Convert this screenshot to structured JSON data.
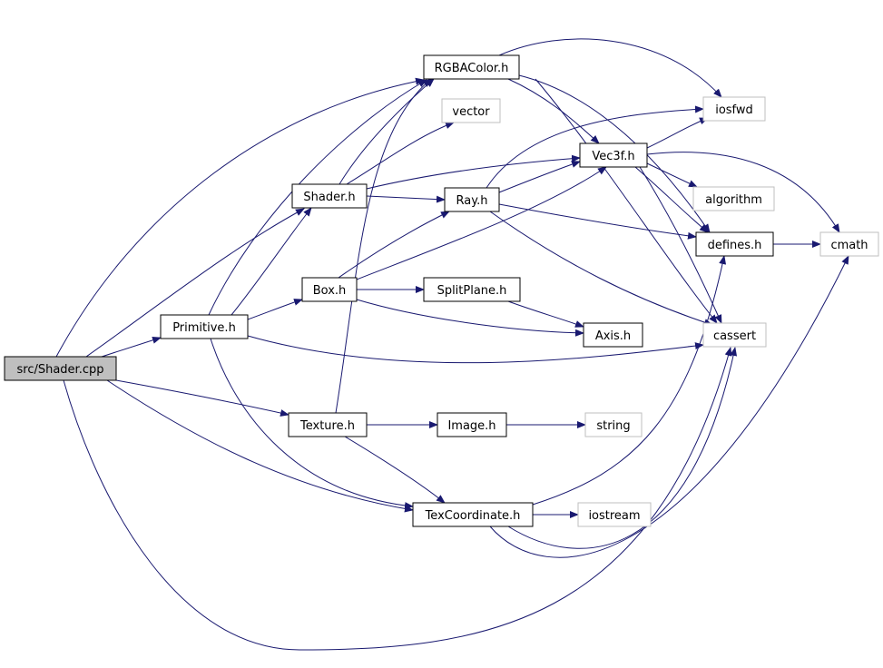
{
  "colors": {
    "edge": "#191970",
    "node_border": "#000000",
    "external_border": "#bfbfbf",
    "root_fill": "#bfbfbf",
    "node_fill": "#ffffff"
  },
  "nodes": [
    {
      "id": "src_shader_cpp",
      "label": "src/Shader.cpp",
      "kind": "root"
    },
    {
      "id": "rgbacolor_h",
      "label": "RGBAColor.h",
      "kind": "internal"
    },
    {
      "id": "vector",
      "label": "vector",
      "kind": "external"
    },
    {
      "id": "iosfwd",
      "label": "iosfwd",
      "kind": "external"
    },
    {
      "id": "vec3f_h",
      "label": "Vec3f.h",
      "kind": "internal"
    },
    {
      "id": "shader_h",
      "label": "Shader.h",
      "kind": "internal"
    },
    {
      "id": "ray_h",
      "label": "Ray.h",
      "kind": "internal"
    },
    {
      "id": "algorithm",
      "label": "algorithm",
      "kind": "external"
    },
    {
      "id": "defines_h",
      "label": "defines.h",
      "kind": "internal"
    },
    {
      "id": "cmath",
      "label": "cmath",
      "kind": "external"
    },
    {
      "id": "box_h",
      "label": "Box.h",
      "kind": "internal"
    },
    {
      "id": "splitplane_h",
      "label": "SplitPlane.h",
      "kind": "internal"
    },
    {
      "id": "primitive_h",
      "label": "Primitive.h",
      "kind": "internal"
    },
    {
      "id": "axis_h",
      "label": "Axis.h",
      "kind": "internal"
    },
    {
      "id": "cassert",
      "label": "cassert",
      "kind": "external"
    },
    {
      "id": "texture_h",
      "label": "Texture.h",
      "kind": "internal"
    },
    {
      "id": "image_h",
      "label": "Image.h",
      "kind": "internal"
    },
    {
      "id": "string",
      "label": "string",
      "kind": "external"
    },
    {
      "id": "texcoordinate_h",
      "label": "TexCoordinate.h",
      "kind": "internal"
    },
    {
      "id": "iostream",
      "label": "iostream",
      "kind": "external"
    }
  ],
  "edges": [
    {
      "from": "src_shader_cpp",
      "to": "rgbacolor_h"
    },
    {
      "from": "src_shader_cpp",
      "to": "shader_h"
    },
    {
      "from": "src_shader_cpp",
      "to": "primitive_h"
    },
    {
      "from": "src_shader_cpp",
      "to": "texture_h"
    },
    {
      "from": "src_shader_cpp",
      "to": "texcoordinate_h"
    },
    {
      "from": "src_shader_cpp",
      "to": "cassert"
    },
    {
      "from": "rgbacolor_h",
      "to": "iosfwd"
    },
    {
      "from": "rgbacolor_h",
      "to": "vec3f_h"
    },
    {
      "from": "rgbacolor_h",
      "to": "defines_h"
    },
    {
      "from": "rgbacolor_h",
      "to": "cassert"
    },
    {
      "from": "shader_h",
      "to": "rgbacolor_h"
    },
    {
      "from": "shader_h",
      "to": "vector"
    },
    {
      "from": "shader_h",
      "to": "vec3f_h"
    },
    {
      "from": "shader_h",
      "to": "ray_h"
    },
    {
      "from": "vec3f_h",
      "to": "iosfwd"
    },
    {
      "from": "vec3f_h",
      "to": "algorithm"
    },
    {
      "from": "vec3f_h",
      "to": "defines_h"
    },
    {
      "from": "vec3f_h",
      "to": "cmath"
    },
    {
      "from": "vec3f_h",
      "to": "cassert"
    },
    {
      "from": "ray_h",
      "to": "iosfwd"
    },
    {
      "from": "ray_h",
      "to": "vec3f_h"
    },
    {
      "from": "ray_h",
      "to": "defines_h"
    },
    {
      "from": "ray_h",
      "to": "cassert"
    },
    {
      "from": "defines_h",
      "to": "cmath"
    },
    {
      "from": "box_h",
      "to": "ray_h"
    },
    {
      "from": "box_h",
      "to": "vec3f_h"
    },
    {
      "from": "box_h",
      "to": "splitplane_h"
    },
    {
      "from": "box_h",
      "to": "axis_h"
    },
    {
      "from": "splitplane_h",
      "to": "axis_h"
    },
    {
      "from": "primitive_h",
      "to": "rgbacolor_h"
    },
    {
      "from": "primitive_h",
      "to": "shader_h"
    },
    {
      "from": "primitive_h",
      "to": "box_h"
    },
    {
      "from": "primitive_h",
      "to": "cassert"
    },
    {
      "from": "primitive_h",
      "to": "texcoordinate_h"
    },
    {
      "from": "texture_h",
      "to": "rgbacolor_h"
    },
    {
      "from": "texture_h",
      "to": "image_h"
    },
    {
      "from": "texture_h",
      "to": "texcoordinate_h"
    },
    {
      "from": "image_h",
      "to": "string"
    },
    {
      "from": "texcoordinate_h",
      "to": "iostream"
    },
    {
      "from": "texcoordinate_h",
      "to": "defines_h"
    },
    {
      "from": "texcoordinate_h",
      "to": "cassert"
    },
    {
      "from": "texcoordinate_h",
      "to": "cmath"
    }
  ]
}
